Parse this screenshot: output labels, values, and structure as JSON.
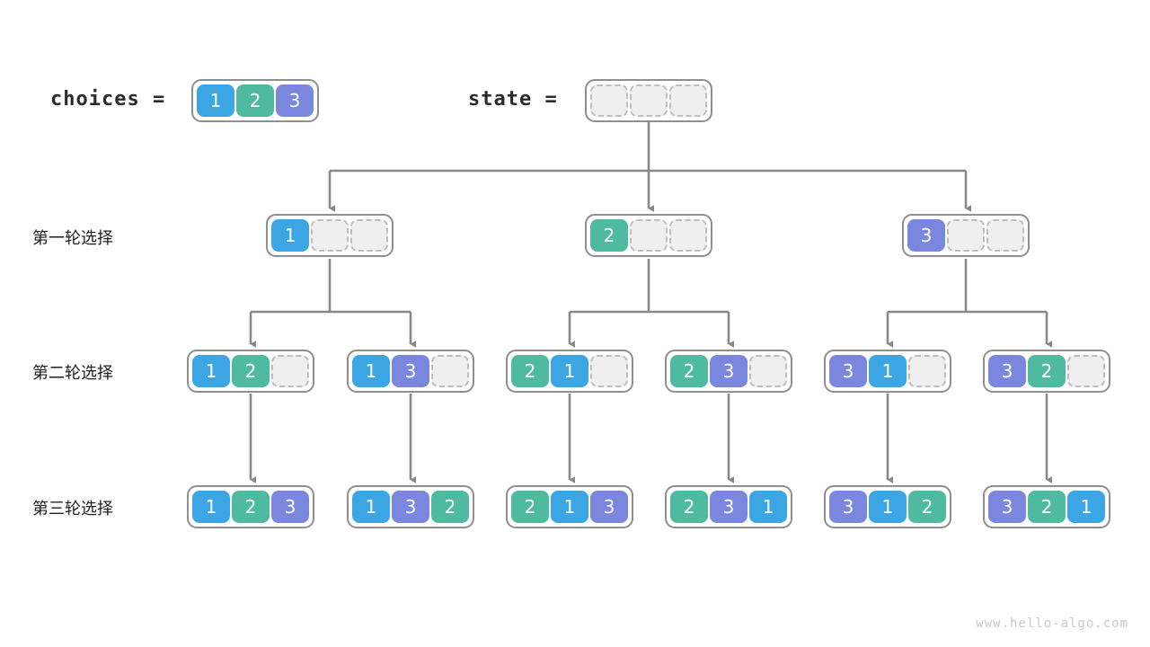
{
  "title": "Permutation backtracking tree",
  "watermark": "www.hello-algo.com",
  "palette": {
    "value_1": "#3ca6e5",
    "value_2": "#4ebaa0",
    "value_3": "#7b87de",
    "empty_fill": "#efefef",
    "empty_border": "#bdbdbd",
    "node_border": "#8f8f8f",
    "wire": "#888888",
    "text": "#1f1f1f",
    "watermark_color": "#c9c9c9"
  },
  "header": {
    "choices_label": "choices =",
    "choices_values": [
      "1",
      "2",
      "3"
    ],
    "state_label": "state =",
    "state_values": [
      "",
      "",
      ""
    ]
  },
  "row_labels": {
    "round1": "第一轮选择",
    "round2": "第二轮选择",
    "round3": "第三轮选择"
  },
  "levels": [
    {
      "label_key": "round1",
      "nodes": [
        {
          "values": [
            "1",
            "",
            ""
          ]
        },
        {
          "values": [
            "2",
            "",
            ""
          ]
        },
        {
          "values": [
            "3",
            "",
            ""
          ]
        }
      ]
    },
    {
      "label_key": "round2",
      "nodes": [
        {
          "values": [
            "1",
            "2",
            ""
          ]
        },
        {
          "values": [
            "1",
            "3",
            ""
          ]
        },
        {
          "values": [
            "2",
            "1",
            ""
          ]
        },
        {
          "values": [
            "2",
            "3",
            ""
          ]
        },
        {
          "values": [
            "3",
            "1",
            ""
          ]
        },
        {
          "values": [
            "3",
            "2",
            ""
          ]
        }
      ]
    },
    {
      "label_key": "round3",
      "nodes": [
        {
          "values": [
            "1",
            "2",
            "3"
          ]
        },
        {
          "values": [
            "1",
            "3",
            "2"
          ]
        },
        {
          "values": [
            "2",
            "1",
            "3"
          ]
        },
        {
          "values": [
            "2",
            "3",
            "1"
          ]
        },
        {
          "values": [
            "3",
            "1",
            "2"
          ]
        },
        {
          "values": [
            "3",
            "2",
            "1"
          ]
        }
      ]
    }
  ]
}
